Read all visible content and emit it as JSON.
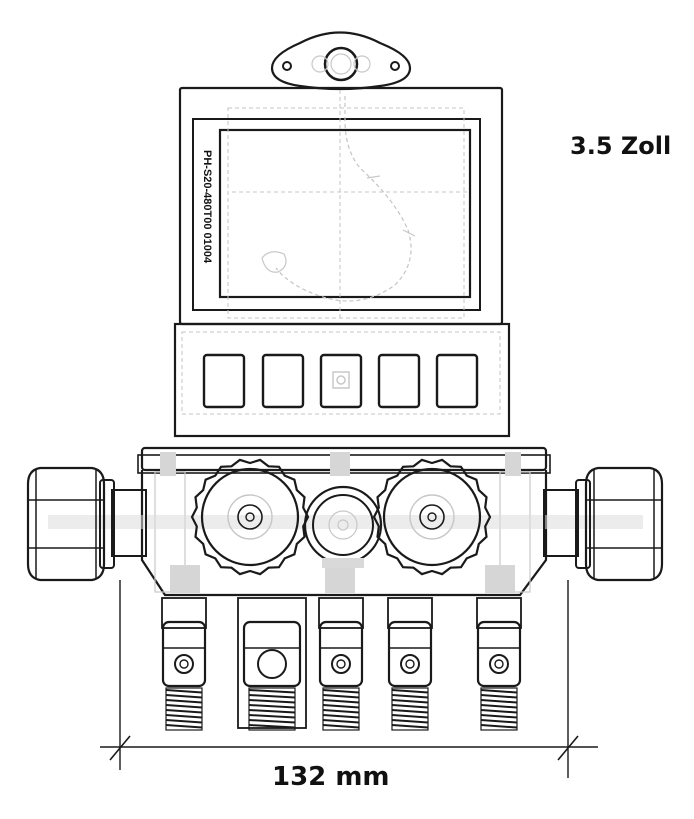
{
  "drawing": {
    "size_label": "3.5 Zoll",
    "model_code": "PH-S20-480T00 01004",
    "width_dimension": "132 mm",
    "button_count": 5,
    "valve_knob_count": 2,
    "hose_port_count": 5
  },
  "colors": {
    "line": "#1a1a1a",
    "hidden_line": "#c4c4c4",
    "background": "#ffffff"
  }
}
